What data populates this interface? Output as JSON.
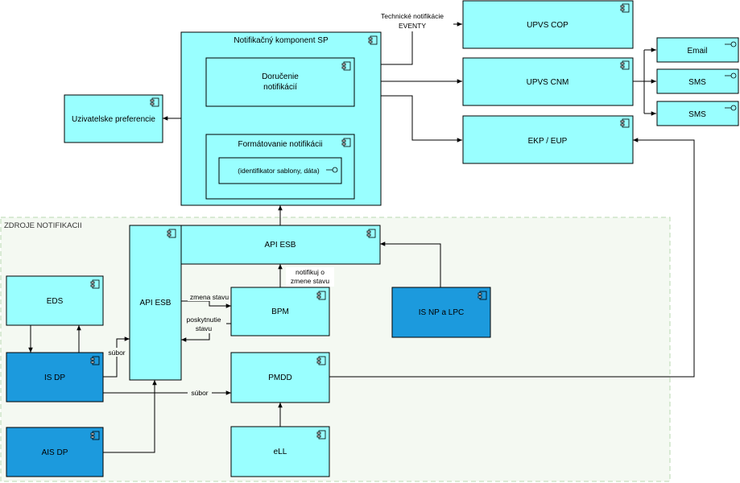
{
  "colors": {
    "light_fill": "#99FFFF",
    "dark_fill": "#1C9ADD",
    "group_fill": "#F4F9F2",
    "group_stroke": "#B8D9B0",
    "stroke": "#000000"
  },
  "group": {
    "title": "ZDROJE NOTIFIKACII"
  },
  "nodes": {
    "notif_component": "Notifikačný komponent SP",
    "delivery_line1": "Doručenie",
    "delivery_line2": "notifikácií",
    "formatting": "Formátovanie notifikácii",
    "template_id": "(identifikator sablony, dáta)",
    "user_prefs": "Uzivatelske preferencie",
    "upvs_cop": "UPVS COP",
    "upvs_cnm": "UPVS CNM",
    "ekp_eup": "EKP / EUP",
    "email": "Email",
    "sms1": "SMS",
    "sms2": "SMS",
    "api_esb_vertical": "API ESB",
    "api_esb_horizontal": "API ESB",
    "eds": "EDS",
    "is_dp": "IS DP",
    "ais_dp": "AIS DP",
    "bpm": "BPM",
    "pmdd": "PMDD",
    "ell": "eLL",
    "is_np_lpc": "IS NP a LPC"
  },
  "edge_labels": {
    "tech_notif_line1": "Technické notifikácie",
    "tech_notif_line2": "EVENTY",
    "notify_line1": "notifikuj o",
    "notify_line2": "zmene stavu",
    "zmena_stavu": "zmena stavu",
    "poskytnutie_line1": "poskytnutie",
    "poskytnutie_line2": "stavu",
    "subor_1": "súbor",
    "subor_2": "súbor"
  },
  "icons": {
    "component": "component-icon",
    "interface": "interface-lollipop-icon"
  }
}
